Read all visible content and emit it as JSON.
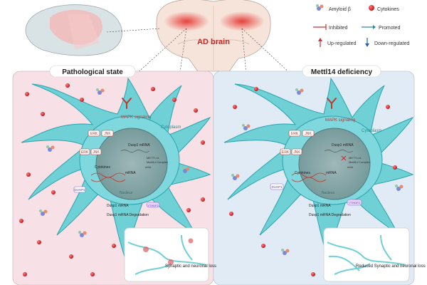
{
  "brain": {
    "label": "AD brain"
  },
  "legend": {
    "amyloid": "Amyloid β",
    "cytokines": "Cytokines",
    "inhibited": "Inhibited",
    "promoted": "Promoted",
    "upregulated": "Up-regulated",
    "downregulated": "Down-regulated"
  },
  "left_panel": {
    "title": "Pathological state",
    "mapk": "MAPK signaling",
    "cytoplasm": "Cytoplasm",
    "nucleus": "Nucleus",
    "erk": "ERK",
    "jnk": "JNK",
    "perk": "ERK",
    "pjnk": "JNK",
    "dusp1_mrna_top": "Dusp1 mRNA",
    "m6a": "m6A",
    "mettl14": "METTL14",
    "mettl14_sub": "Mettl14 Complex",
    "cytokines_label": "Cytokines",
    "mrna": "mRNA",
    "dusp1_protein": "DUSP1",
    "dusp1_mrna_bottom": "Dusp1 mRNA",
    "ythdf2": "YTHDF2",
    "degradation": "Dusp1 mRNA\nDegradation",
    "inset": "Synaptic and neuronal loss"
  },
  "right_panel": {
    "title": "Mettl14 deficiency",
    "mapk": "MAPK signaling",
    "cytoplasm": "Cytoplasm",
    "nucleus": "Nucleus",
    "erk": "ERK",
    "jnk": "JNK",
    "perk": "ERK",
    "pjnk": "JNK",
    "dusp1_mrna_top": "Dusp1 mRNA",
    "m6a": "m6A",
    "mettl14": "METTL14",
    "mettl14_sub": "Mettl14 Complex",
    "cytokines_label": "Cytokines",
    "mrna": "mRNA",
    "dusp1_protein": "DUSP1",
    "dusp1_mrna_bottom": "Dusp1 mRNA",
    "ythdf2": "YTHDF2",
    "degradation": "Dusp1 mRNA\nDegradation",
    "inset": "Reduced Synaptic and neuronal loss"
  },
  "colors": {
    "left_bg": "#f7e1e7",
    "right_bg": "#e1ebf5",
    "neuron": "#6fd0d6",
    "neuron_dark": "#2aa3ad",
    "cytokine": "#d9232e",
    "receptor": "#c0392b",
    "brain_red": "#e53935"
  }
}
